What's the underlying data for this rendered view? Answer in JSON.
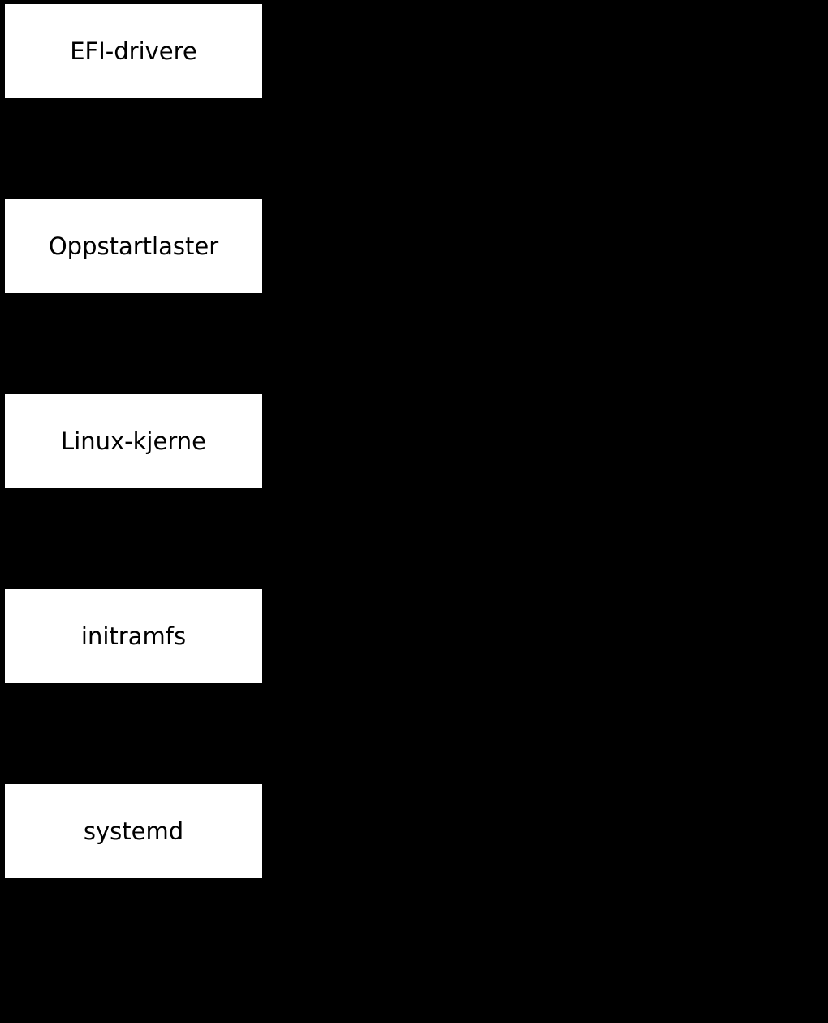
{
  "diagram": {
    "type": "flowchart-vertical",
    "background_color": "#000000",
    "node_fill_color": "#ffffff",
    "node_text_color": "#000000",
    "edges_note": "connector edges are black on black background (not visible)",
    "nodes": [
      {
        "id": "efi-drivere",
        "label": "EFI-drivere"
      },
      {
        "id": "oppstartlaster",
        "label": "Oppstartlaster"
      },
      {
        "id": "linux-kjerne",
        "label": "Linux-kjerne"
      },
      {
        "id": "initramfs",
        "label": "initramfs"
      },
      {
        "id": "systemd",
        "label": "systemd"
      }
    ]
  }
}
